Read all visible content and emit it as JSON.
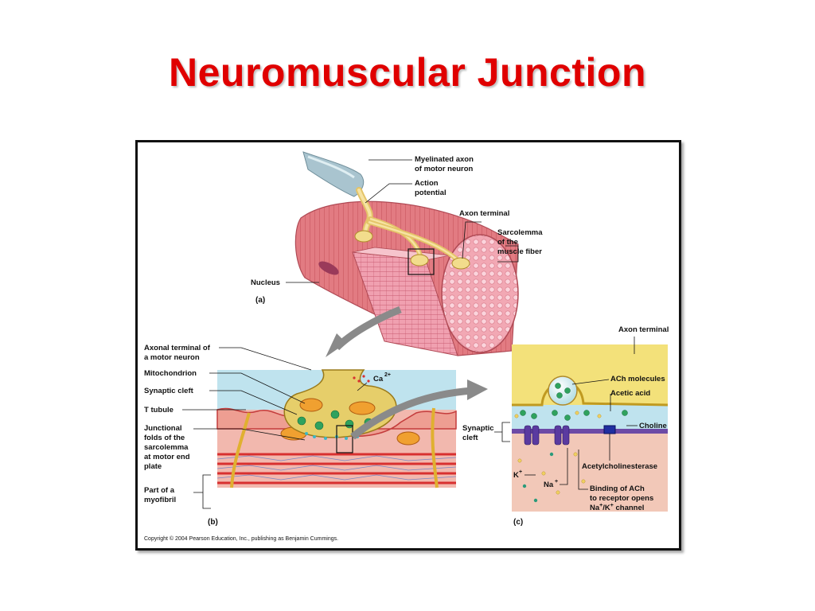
{
  "title": "Neuromuscular Junction",
  "figure": {
    "panel_a": {
      "tag": "(a)",
      "labels": {
        "myelinated_axon_1": "Myelinated axon",
        "myelinated_axon_2": "of motor neuron",
        "action_potential_1": "Action",
        "action_potential_2": "potential",
        "axon_terminal": "Axon terminal",
        "sarcolemma_1": "Sarcolemma",
        "sarcolemma_2": "of the",
        "sarcolemma_3": "muscle fiber",
        "nucleus": "Nucleus"
      }
    },
    "panel_b": {
      "tag": "(b)",
      "labels": {
        "axonal_terminal_1": "Axonal terminal of",
        "axonal_terminal_2": "a motor neuron",
        "mitochondrion": "Mitochondrion",
        "synaptic_cleft": "Synaptic cleft",
        "t_tubule": "T tubule",
        "junctional_1": "Junctional",
        "junctional_2": "folds of the",
        "junctional_3": "sarcolemma",
        "junctional_4": "at motor end",
        "junctional_5": "plate",
        "myofibril_1": "Part of a",
        "myofibril_2": "myofibril",
        "calcium": "Ca",
        "calcium_sup": "2+"
      }
    },
    "panel_c": {
      "tag": "(c)",
      "labels": {
        "axon_terminal": "Axon terminal",
        "ach_molecules": "ACh molecules",
        "acetic_acid": "Acetic acid",
        "choline": "Choline",
        "synaptic_cleft_1": "Synaptic",
        "synaptic_cleft_2": "cleft",
        "acetylcholinesterase": "Acetylcholinesterase",
        "potassium": "K",
        "potassium_sup": "+",
        "sodium": "Na",
        "sodium_sup": "+",
        "binding_1": "Binding of ACh",
        "binding_2": "to receptor opens",
        "binding_3a": "Na",
        "binding_3b": "+",
        "binding_3c": "/K",
        "binding_3d": "+",
        "binding_3e": " channel"
      }
    },
    "copyright": "Copyright © 2004 Pearson Education, Inc., publishing as Benjamin Cummings."
  },
  "colors": {
    "title": "#e00000",
    "muscle": "#e8848a",
    "muscle_dark": "#c4545c",
    "axon": "#f2dc8c",
    "sheath": "#a9c4cf",
    "cleft_blue": "#bfe3ee",
    "membrane_purple": "#6d4aa6",
    "vesicle_green": "#2fa25e"
  }
}
